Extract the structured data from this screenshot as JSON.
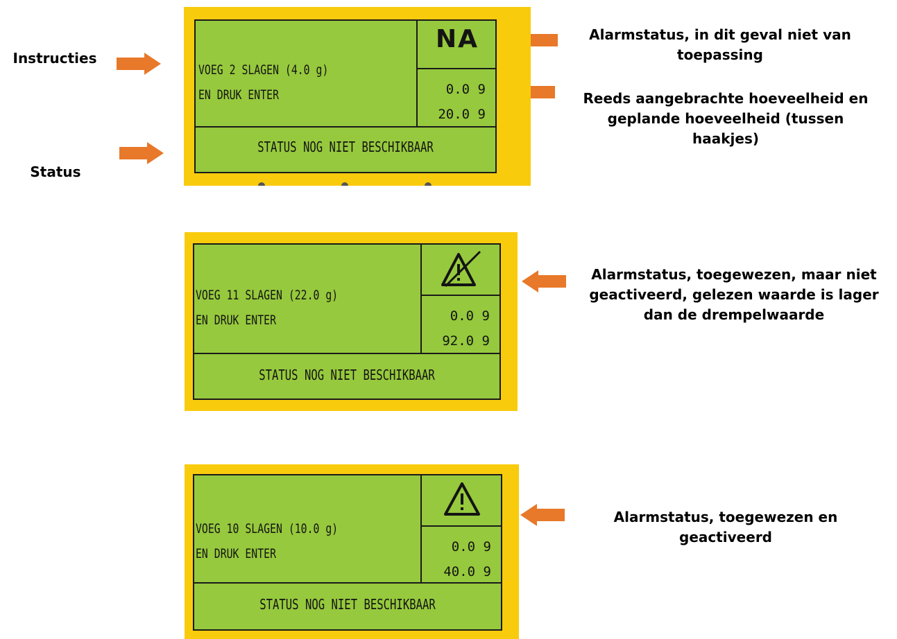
{
  "colors": {
    "arrow": "#e8782a",
    "frame": "#f9cb0d",
    "lcd": "#96c93d"
  },
  "labels": {
    "instructions": "Instructies",
    "status": "Status",
    "alarm_na": [
      "Alarmstatus, in dit geval niet van",
      "toepassing"
    ],
    "amounts": [
      "Reeds aangebrachte hoeveelheid en",
      "geplande hoeveelheid (tussen",
      "haakjes)"
    ],
    "alarm_not_active": [
      "Alarmstatus, toegewezen, maar niet",
      "geactiveerd, gelezen waarde is lager",
      "dan de drempelwaarde"
    ],
    "alarm_active": [
      "Alarmstatus, toegewezen en",
      "geactiveerd"
    ]
  },
  "screens": [
    {
      "line1": "VOEG 2 SLAGEN (4.0 g)",
      "line2": "EN DRUK ENTER",
      "alarm": "NA",
      "alarm_icon": "none",
      "applied": "0.0 9",
      "planned": "20.0 9",
      "status": "STATUS NOG NIET BESCHIKBAAR"
    },
    {
      "line1": "VOEG 11 SLAGEN (22.0 g)",
      "line2": "EN DRUK ENTER",
      "alarm_icon": "alarm-crossed-icon",
      "applied": "0.0 9",
      "planned": "92.0 9",
      "status": "STATUS NOG NIET BESCHIKBAAR"
    },
    {
      "line1": "VOEG 10 SLAGEN (10.0 g)",
      "line2": "EN DRUK ENTER",
      "alarm_icon": "warning-triangle-icon",
      "applied": "0.0 9",
      "planned": "40.0 9",
      "status": "STATUS NOG NIET BESCHIKBAAR"
    }
  ]
}
